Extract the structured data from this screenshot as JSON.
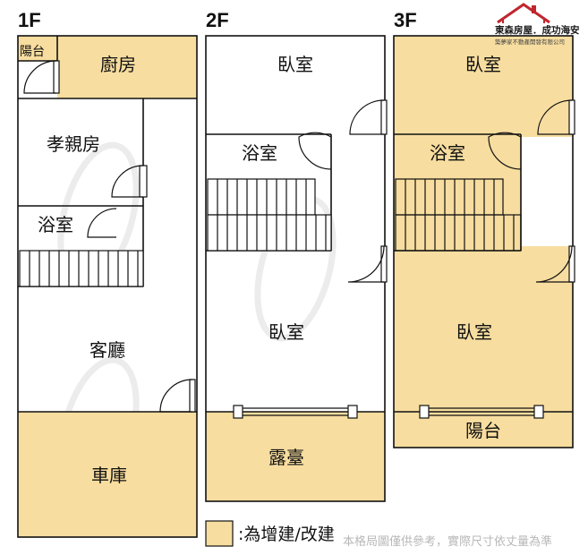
{
  "floors": {
    "f1": {
      "label": "1F",
      "rooms": {
        "balcony": "陽台",
        "kitchen": "廚房",
        "filial_room": "孝親房",
        "bathroom": "浴室",
        "living_room": "客廳",
        "garage": "車庫"
      }
    },
    "f2": {
      "label": "2F",
      "rooms": {
        "bedroom_top": "臥室",
        "bathroom": "浴室",
        "bedroom_main": "臥室",
        "terrace": "露臺"
      }
    },
    "f3": {
      "label": "3F",
      "rooms": {
        "bedroom_top": "臥室",
        "bathroom": "浴室",
        "bedroom_main": "臥室",
        "balcony": "陽台"
      }
    }
  },
  "legend": {
    "text": ":為增建/改建"
  },
  "logo": {
    "title": "東森房屋．成功海安",
    "subtitle": "築夢家不動產開發有限公司"
  },
  "disclaimer": "本格局圖僅供參考，實際尺寸依丈量為準",
  "colors": {
    "addition_fill": "#f7dd9f",
    "wall": "#111111",
    "logo_red": "#c0262d"
  }
}
